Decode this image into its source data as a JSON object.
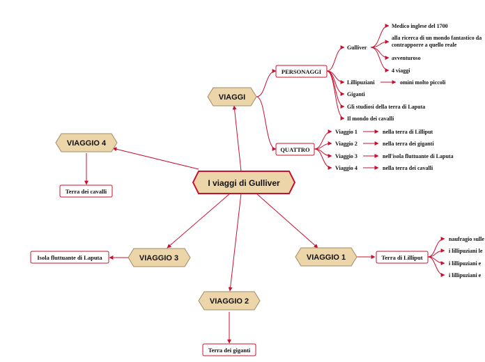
{
  "root": {
    "label": "I viaggi di Gulliver"
  },
  "viaggi": {
    "label": "VIAGGI",
    "personaggi": {
      "label": "PERSONAGGI",
      "gulliver": {
        "label": "Gulliver",
        "traits": [
          "Medico inglese del 1700",
          "alla ricerca di un mondo fantastico da",
          "contrapporre a quello reale",
          "avventuroso",
          "4 viaggi"
        ]
      },
      "lillipuziani": {
        "label": "Lillipuziani",
        "detail": "omini molto piccoli"
      },
      "others": [
        "Giganti",
        "Gli studiosi della terra di Laputa",
        "Il mondo dei cavalli"
      ]
    },
    "quattro": {
      "label": "QUATTRO",
      "trips": [
        {
          "name": "Viaggio 1",
          "place": "nella terra di Lilliput"
        },
        {
          "name": "Viaggio 2",
          "place": "nella terra dei giganti"
        },
        {
          "name": "Viaggio 3",
          "place": "nell'isola fluttuante di Laputa"
        },
        {
          "name": "Viaggio 4",
          "place": "nella terra dei cavalli"
        }
      ]
    }
  },
  "viaggio1": {
    "label": "VIAGGIO 1",
    "place": "Terra di Lilliput",
    "details": [
      "naufragio sulle",
      "i lillipuziani le",
      "i lillipuziani e",
      "i lillipuziani e"
    ]
  },
  "viaggio2": {
    "label": "VIAGGIO 2",
    "place": "Terra dei giganti"
  },
  "viaggio3": {
    "label": "VIAGGIO 3",
    "place": "Isola fluttuante di Laputa"
  },
  "viaggio4": {
    "label": "VIAGGIO 4",
    "place": "Terra dei cavalli"
  },
  "colors": {
    "line": "#c8102e",
    "hexFill": "#ecd5a8",
    "hexStroke": "#9e8a68",
    "rootStroke": "#c8102e",
    "boxStroke": "#c8102e",
    "text": "#111111"
  }
}
